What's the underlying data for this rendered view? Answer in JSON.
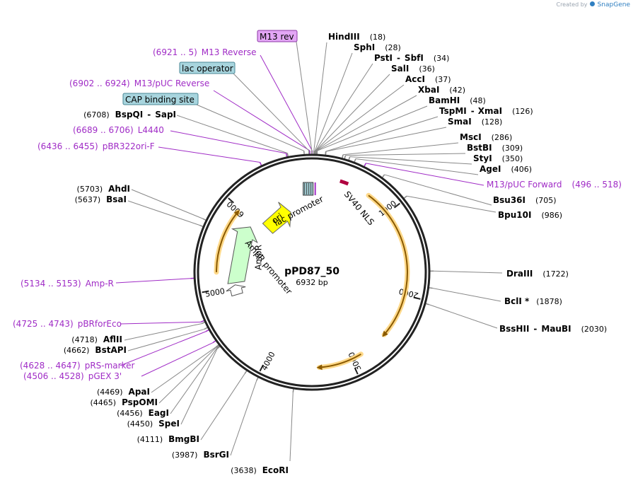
{
  "credit": {
    "prefix": "Created by",
    "brand": "SnapGene"
  },
  "plasmid": {
    "name": "pPD87_50",
    "size": "6932 bp"
  },
  "ticks": [
    "1000",
    "2000",
    "3000",
    "4000",
    "5000",
    "6000"
  ],
  "boxed_labels": [
    {
      "text": "M13 rev",
      "fill": "#e3a6f5",
      "stroke": "#8d3aa6"
    },
    {
      "text": "lac operator",
      "fill": "#a8d5de",
      "stroke": "#4a8796"
    },
    {
      "text": "CAP binding site",
      "fill": "#a8d5de",
      "stroke": "#4a8796"
    }
  ],
  "primers": [
    {
      "range": "(6921 .. 5)",
      "name": "M13 Reverse"
    },
    {
      "range": "(6902 .. 6924)",
      "name": "M13/pUC Reverse"
    },
    {
      "range": "(6689 .. 6706)",
      "name": "L4440"
    },
    {
      "range": "(6436 .. 6455)",
      "name": "pBR322ori-F"
    },
    {
      "name": "M13/pUC Forward",
      "range": "(496 .. 518)"
    },
    {
      "range": "(5134 .. 5153)",
      "name": "Amp-R"
    },
    {
      "range": "(4725 .. 4743)",
      "name": "pBRforEco"
    },
    {
      "range": "(4628 .. 4647)",
      "name": "pRS-marker"
    },
    {
      "range": "(4506 .. 4528)",
      "name": "pGEX 3'"
    }
  ],
  "right_sites": [
    {
      "name": "HindIII",
      "pos": "(18)"
    },
    {
      "name": "SphI",
      "pos": "(28)"
    },
    {
      "name": "PstI",
      "name2": "SbfI",
      "pos": "(34)"
    },
    {
      "name": "SalI",
      "pos": "(36)"
    },
    {
      "name": "AccI",
      "pos": "(37)"
    },
    {
      "name": "XbaI",
      "pos": "(42)"
    },
    {
      "name": "BamHI",
      "pos": "(48)"
    },
    {
      "name": "TspMI",
      "name2": "XmaI",
      "pos": "(126)"
    },
    {
      "name": "SmaI",
      "pos": "(128)"
    },
    {
      "name": "MscI",
      "pos": "(286)"
    },
    {
      "name": "BstBI",
      "pos": "(309)"
    },
    {
      "name": "StyI",
      "pos": "(350)"
    },
    {
      "name": "AgeI",
      "pos": "(406)"
    },
    {
      "name": "Bsu36I",
      "pos": "(705)"
    },
    {
      "name": "Bpu10I",
      "pos": "(986)"
    },
    {
      "name": "DraIII",
      "pos": "(1722)"
    },
    {
      "name": "BclI *",
      "pos": "(1878)"
    },
    {
      "name": "BssHII",
      "name2": "MauBI",
      "pos": "(2030)"
    }
  ],
  "left_sites": [
    {
      "pos": "(6708)",
      "name": "BspQI",
      "name2": "SapI"
    },
    {
      "pos": "(5703)",
      "name": "AhdI"
    },
    {
      "pos": "(5637)",
      "name": "BsaI"
    },
    {
      "pos": "(4718)",
      "name": "AflII"
    },
    {
      "pos": "(4662)",
      "name": "BstAPI"
    },
    {
      "pos": "(4469)",
      "name": "ApaI"
    },
    {
      "pos": "(4465)",
      "name": "PspOMI"
    },
    {
      "pos": "(4456)",
      "name": "EagI"
    },
    {
      "pos": "(4450)",
      "name": "SpeI"
    },
    {
      "pos": "(4111)",
      "name": "BmgBI"
    },
    {
      "pos": "(3987)",
      "name": "BsrGI"
    },
    {
      "pos": "(3638)",
      "name": "EcoRI"
    }
  ],
  "features": {
    "ori": {
      "label": "ori",
      "color": "#ffff00"
    },
    "ampr": {
      "label": "AmpR",
      "color": "#ccffcc"
    },
    "lac_promoter": {
      "label": "lac promoter"
    },
    "ampr_promoter": {
      "label": "AmpR promoter"
    },
    "sv40_nls": {
      "label": "SV40 NLS",
      "color": "#b00040"
    },
    "orf_color": "#8a5a00",
    "orf_glow": "#ffd98a"
  }
}
